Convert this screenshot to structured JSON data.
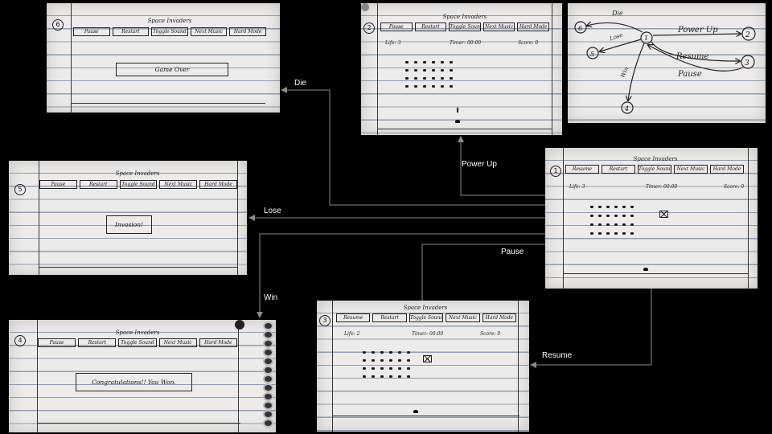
{
  "game_title": "Space Invaders",
  "menu": [
    "Pause",
    "Restart",
    "Toggle Sound",
    "Next Music",
    "Hard Mode"
  ],
  "menu_resume": [
    "Resume",
    "Restart",
    "Toggle Sound",
    "Next Music",
    "Hard Mode"
  ],
  "stats": {
    "life_3": "Life: 3",
    "life_2": "Life: 2",
    "timer": "Timer: 00:00",
    "score": "Score: 0"
  },
  "screens": {
    "s1": {
      "num": "1"
    },
    "s2": {
      "num": "2"
    },
    "s4": {
      "num": "4",
      "message": "Congratulations!! You Won."
    },
    "s5": {
      "num": "5",
      "message": "Invasion!"
    },
    "s6": {
      "num": "6",
      "message": "Game Over"
    }
  },
  "state_diagram": {
    "nodes": [
      "1",
      "2",
      "3",
      "4",
      "5",
      "6"
    ],
    "edge_labels": {
      "die": "Die",
      "lose": "Lose",
      "power_up": "Power Up",
      "resume": "Resume",
      "pause": "Pause",
      "win": "Win"
    }
  },
  "flow_labels": {
    "die": "Die",
    "power_up": "Power Up",
    "lose": "Lose",
    "pause": "Pause",
    "win": "Win",
    "resume": "Resume"
  },
  "colors": {
    "background": "#000000",
    "arrow": "#8a8a8a",
    "paper": "#ecebea",
    "ink": "#222222"
  }
}
